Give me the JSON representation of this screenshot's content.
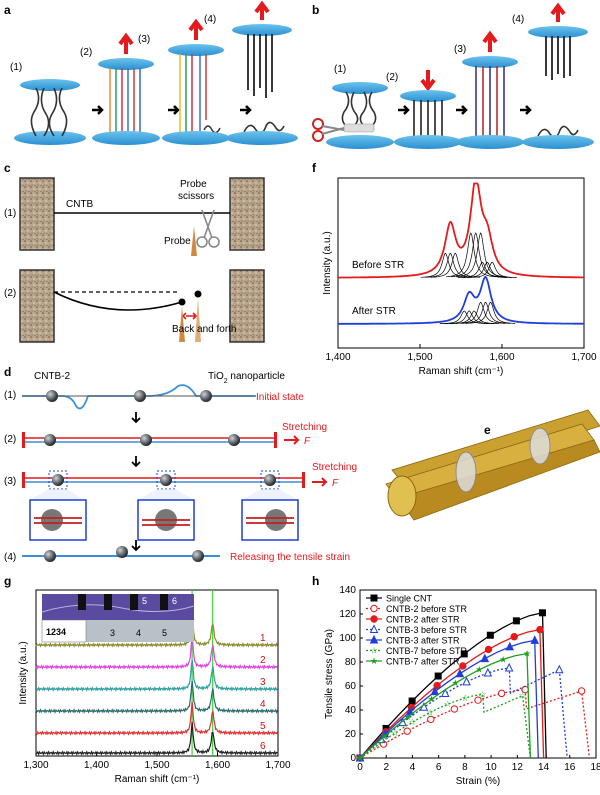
{
  "panels": {
    "a": {
      "label": "a",
      "steps": [
        "(1)",
        "(2)",
        "(3)",
        "(4)"
      ]
    },
    "b": {
      "label": "b",
      "steps": [
        "(1)",
        "(2)",
        "(3)",
        "(4)"
      ]
    },
    "c": {
      "label": "c",
      "steps": [
        "(1)",
        "(2)"
      ],
      "cntb": "CNTB",
      "probe_scissors": "Probe\nscissors",
      "probe_scissors_l1": "Probe",
      "probe_scissors_l2": "scissors",
      "probe": "Probe",
      "back_forth": "Back and forth"
    },
    "d": {
      "label": "d",
      "cntb2": "CNTB-2",
      "tio2": "TiO",
      "tio2_sub": "2",
      "tio2_rest": " nanoparticle",
      "steps": [
        "(1)",
        "(2)",
        "(3)",
        "(4)"
      ],
      "initial": "Initial state",
      "stretching": "Stretching",
      "force": "F",
      "releasing": "Releasing the tensile strain"
    },
    "e": {
      "label": "e"
    },
    "f": {
      "label": "f"
    },
    "g": {
      "label": "g",
      "inset_ruler": "1234",
      "inset_ticks": [
        "3",
        "4",
        "5"
      ],
      "inset_top_ticks": [
        "5",
        "6"
      ]
    },
    "h": {
      "label": "h"
    }
  },
  "chart_data": [
    {
      "id": "f",
      "type": "line",
      "xlabel": "Raman shift (cm⁻¹)",
      "ylabel": "Intensity (a.u.)",
      "xlim": [
        1400,
        1700
      ],
      "xticks": [
        "1,400",
        "1,500",
        "1,600",
        "1,700"
      ],
      "series": [
        {
          "name": "Before STR",
          "color": "#e41a1c",
          "peaks": [
            [
              1537,
              0.55
            ],
            [
              1568,
              1.0
            ],
            [
              1582,
              0.35
            ]
          ]
        },
        {
          "name": "After STR",
          "color": "#1f3fd8",
          "peaks": [
            [
              1560,
              0.45
            ],
            [
              1580,
              0.75
            ]
          ]
        }
      ]
    },
    {
      "id": "g",
      "type": "line",
      "xlabel": "Raman shift (cm⁻¹)",
      "ylabel": "Intensity (a.u.)",
      "xlim": [
        1300,
        1700
      ],
      "xticks": [
        "1,300",
        "1,400",
        "1,500",
        "1,600",
        "1,700"
      ],
      "vlines": [
        1558,
        1592
      ],
      "series": [
        {
          "name": "1",
          "color": "#8a8a2a"
        },
        {
          "name": "2",
          "color": "#e040e0"
        },
        {
          "name": "3",
          "color": "#2aa0a0"
        },
        {
          "name": "4",
          "color": "#2a6a6a"
        },
        {
          "name": "5",
          "color": "#e03030"
        },
        {
          "name": "6",
          "color": "#202020"
        }
      ]
    },
    {
      "id": "h",
      "type": "line",
      "xlabel": "Strain (%)",
      "ylabel": "Tensile stress (GPa)",
      "xlim": [
        0,
        18
      ],
      "ylim": [
        0,
        140
      ],
      "xticks": [
        "0",
        "2",
        "4",
        "6",
        "8",
        "10",
        "12",
        "14",
        "16",
        "18"
      ],
      "yticks": [
        "0",
        "20",
        "40",
        "60",
        "80",
        "100",
        "120",
        "140"
      ],
      "series": [
        {
          "name": "Single CNT",
          "color": "#000000",
          "marker": "square-filled",
          "style": "solid",
          "end_strain": 14.2,
          "max_stress": 121
        },
        {
          "name": "CNTB-2 before STR",
          "color": "#e41a1c",
          "marker": "circle-open",
          "style": "dotted",
          "end_strain": 17.5,
          "max_stress": 57
        },
        {
          "name": "CNTB-2 after STR",
          "color": "#e41a1c",
          "marker": "circle-filled",
          "style": "solid",
          "end_strain": 14.0,
          "max_stress": 107
        },
        {
          "name": "CNTB-3 before STR",
          "color": "#1f3fd8",
          "marker": "triangle-open",
          "style": "dotted",
          "end_strain": 15.8,
          "max_stress": 75
        },
        {
          "name": "CNTB-3 after STR",
          "color": "#1f3fd8",
          "marker": "triangle-filled",
          "style": "solid",
          "end_strain": 13.6,
          "max_stress": 98
        },
        {
          "name": "CNTB-7 before STR",
          "color": "#1ca01c",
          "marker": "star-open",
          "style": "dotted",
          "end_strain": 13.0,
          "max_stress": 53
        },
        {
          "name": "CNTB-7 after STR",
          "color": "#1ca01c",
          "marker": "star-filled",
          "style": "solid",
          "end_strain": 13.0,
          "max_stress": 87
        }
      ]
    }
  ]
}
